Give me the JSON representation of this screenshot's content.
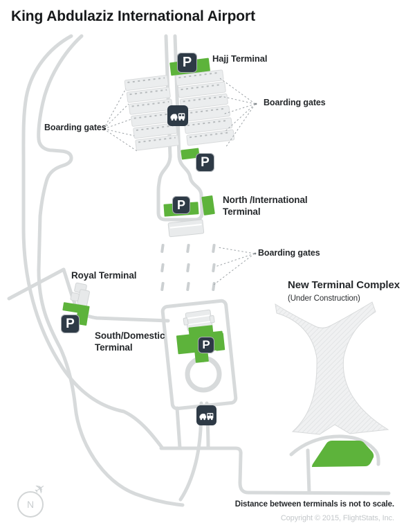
{
  "title": "King Abdulaziz International Airport",
  "terminals": {
    "hajj": "Hajj Terminal",
    "north_line1": "North /International",
    "north_line2": "Terminal",
    "royal": "Royal Terminal",
    "south_line1": "South/Domestic",
    "south_line2": "Terminal",
    "new_complex": "New Terminal Complex",
    "new_complex_sub": "(Under Construction)"
  },
  "annotations": {
    "boarding_gates": "Boarding gates",
    "disclaimer": "Distance between terminals is not to scale.",
    "copyright": "Copyright © 2015, FlightStats, Inc."
  },
  "icons": {
    "parking_label": "P",
    "plane": "✈",
    "compass_n": "N"
  },
  "colors": {
    "green": "#5db33b",
    "road": "#d7dadb",
    "icon_bg": "#2e3a46",
    "building": "#ebedee",
    "text_dark": "#25282b",
    "muted_text": "#c3c7ca"
  }
}
